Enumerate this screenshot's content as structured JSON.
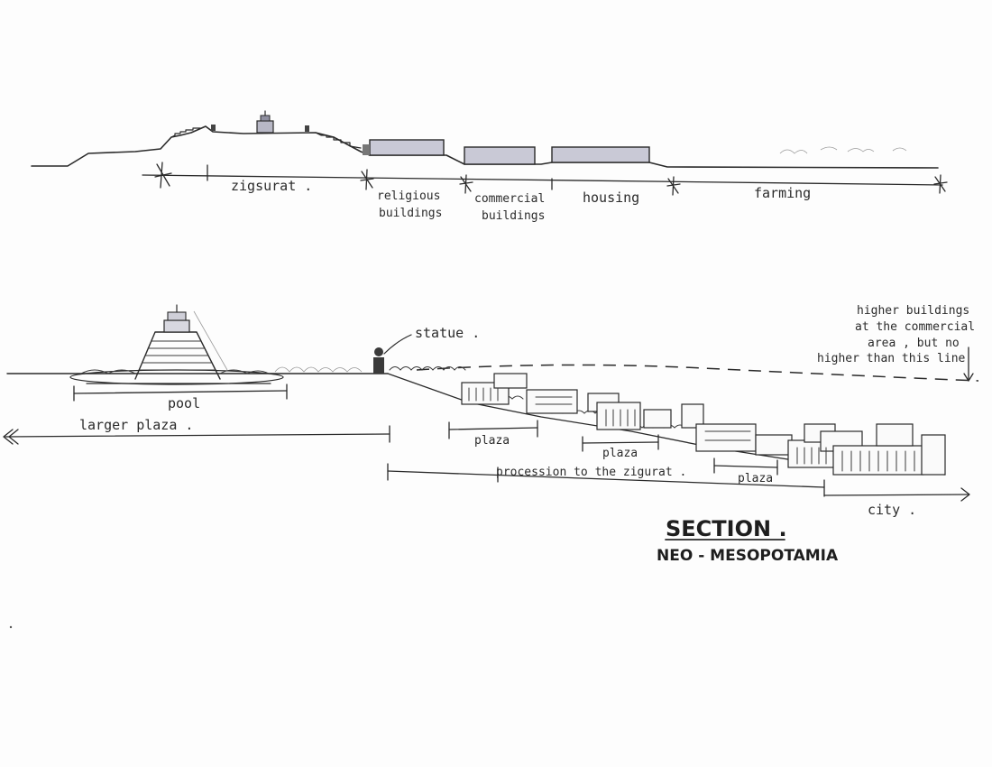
{
  "top_section": {
    "zones": [
      {
        "id": "zigsurat",
        "lines": [
          "zigsurat ."
        ]
      },
      {
        "id": "religious",
        "lines": [
          "religious",
          "buildings"
        ]
      },
      {
        "id": "commercial",
        "lines": [
          "commercial",
          "buildings"
        ]
      },
      {
        "id": "housing",
        "lines": [
          "housing"
        ]
      },
      {
        "id": "farming",
        "lines": [
          "farming"
        ]
      }
    ]
  },
  "bottom_section": {
    "statue": "statue .",
    "pool": "pool",
    "larger_plaza": "larger plaza .",
    "plaza_1": "plaza",
    "plaza_2": "plaza",
    "plaza_3": "plaza",
    "procession": "procession to the zigurat .",
    "city": "city .",
    "height_note": [
      "higher buildings",
      "at the commercial",
      "area , but no",
      "higher than this line"
    ]
  },
  "title": {
    "main": "SECTION .",
    "sub": "NEO - MESOPOTAMIA"
  },
  "colors": {
    "ink": "#2a2a2a",
    "wash": "#c9c9d6"
  }
}
